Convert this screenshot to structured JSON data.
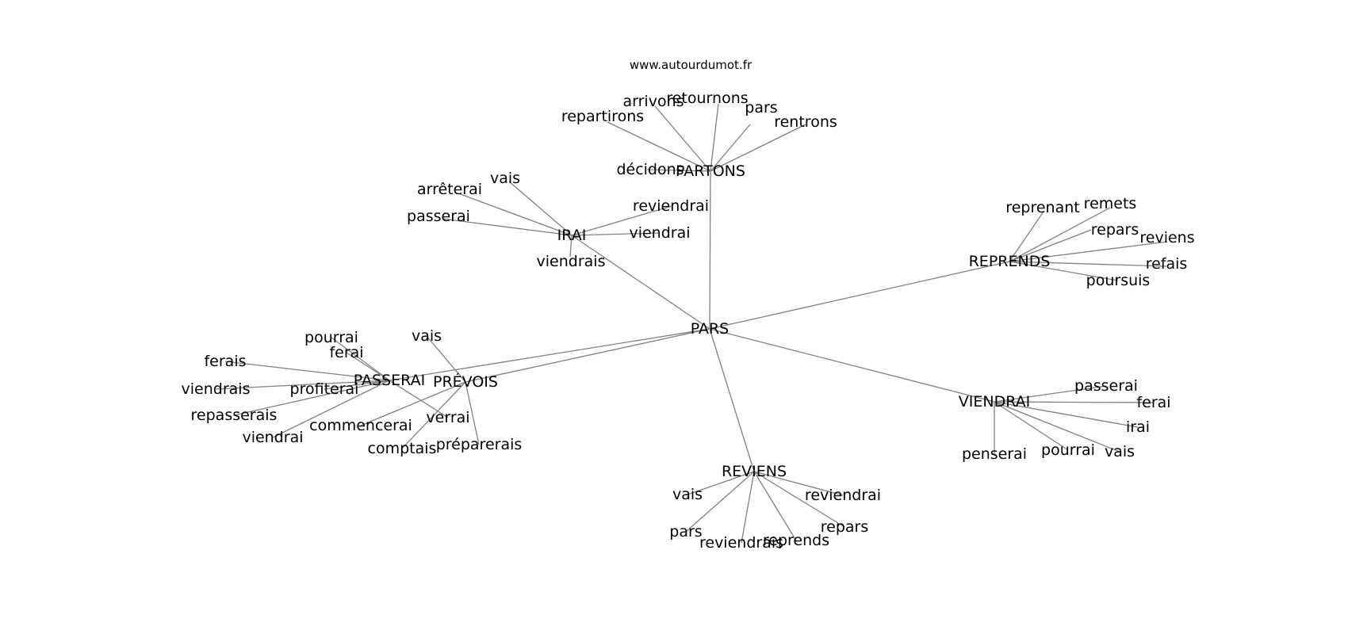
{
  "watermark": "www.autourdumot.fr",
  "graph": {
    "root": "PARS",
    "hubs": [
      {
        "id": "PARTONS",
        "label": "PARTONS",
        "leaves": [
          "décidons",
          "repartirons",
          "arrivons",
          "retournons",
          "pars",
          "rentrons"
        ]
      },
      {
        "id": "IRAI",
        "label": "IRAI",
        "leaves": [
          "vais",
          "arrêterai",
          "passerai",
          "viendrais",
          "reviendrai",
          "viendrai"
        ]
      },
      {
        "id": "REPRENDS",
        "label": "REPRENDS",
        "leaves": [
          "reprenant",
          "remets",
          "repars",
          "reviens",
          "refais",
          "poursuis"
        ]
      },
      {
        "id": "PASSERAI",
        "label": "PASSERAI",
        "leaves": [
          "pourrai",
          "ferai",
          "ferais",
          "viendrais",
          "repasserais",
          "viendrai",
          "profiterai",
          "verrai"
        ]
      },
      {
        "id": "PREVOIS",
        "label": "PRÉVOIS",
        "leaves": [
          "vais",
          "commencerai",
          "comptais",
          "préparerais"
        ]
      },
      {
        "id": "VIENDRAI",
        "label": "VIENDRAI",
        "leaves": [
          "passerai",
          "ferai",
          "irai",
          "vais",
          "pourrai",
          "penserai"
        ]
      },
      {
        "id": "REVIENS",
        "label": "REVIENS",
        "leaves": [
          "vais",
          "pars",
          "reviendrais",
          "reprends",
          "repars",
          "reviendrai"
        ]
      }
    ]
  },
  "colors": {
    "edge": "#808080",
    "text": "#000000",
    "background": "#ffffff"
  }
}
